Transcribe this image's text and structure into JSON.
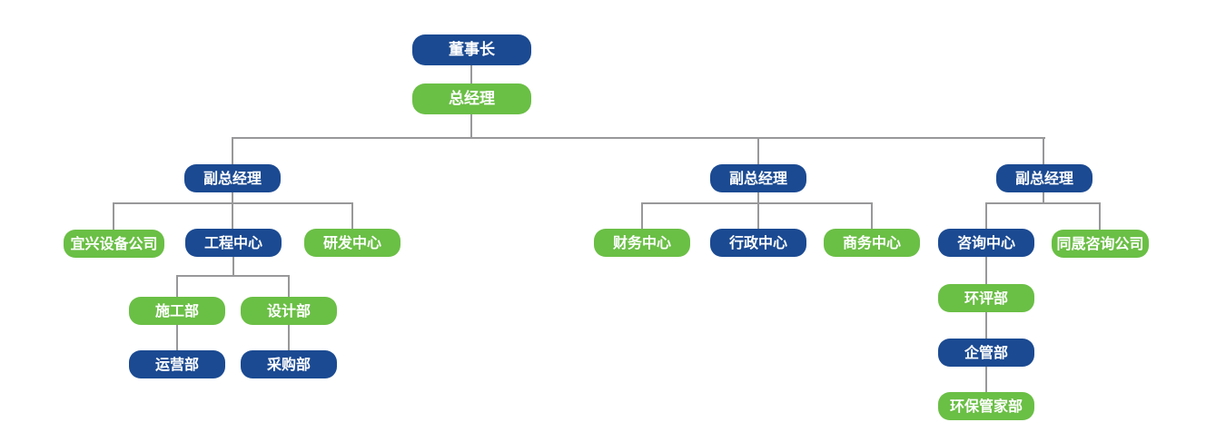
{
  "colors": {
    "blue": "#1b4a92",
    "green": "#6abf45",
    "line": "#98989a",
    "background": "#ffffff"
  },
  "diagram": {
    "type": "org-chart",
    "nodes": {
      "chairman": {
        "label": "董事长",
        "variant": "blue"
      },
      "general_manager": {
        "label": "总经理",
        "variant": "green"
      },
      "deputy_gm_1": {
        "label": "副总经理",
        "variant": "blue"
      },
      "deputy_gm_2": {
        "label": "副总经理",
        "variant": "blue"
      },
      "deputy_gm_3": {
        "label": "副总经理",
        "variant": "blue"
      },
      "yixing_equipment_company": {
        "label": "宜兴设备公司",
        "variant": "green"
      },
      "engineering_center": {
        "label": "工程中心",
        "variant": "blue"
      },
      "rd_center": {
        "label": "研发中心",
        "variant": "green"
      },
      "construction_dept": {
        "label": "施工部",
        "variant": "green"
      },
      "design_dept": {
        "label": "设计部",
        "variant": "green"
      },
      "operations_dept": {
        "label": "运营部",
        "variant": "blue"
      },
      "procurement_dept": {
        "label": "采购部",
        "variant": "blue"
      },
      "finance_center": {
        "label": "财务中心",
        "variant": "green"
      },
      "admin_center": {
        "label": "行政中心",
        "variant": "blue"
      },
      "business_center": {
        "label": "商务中心",
        "variant": "green"
      },
      "consulting_center": {
        "label": "咨询中心",
        "variant": "blue"
      },
      "tongsheng_consulting_company": {
        "label": "同晟咨询公司",
        "variant": "green"
      },
      "eia_dept": {
        "label": "环评部",
        "variant": "green"
      },
      "enterprise_mgmt_dept": {
        "label": "企管部",
        "variant": "blue"
      },
      "env_steward_dept": {
        "label": "环保管家部",
        "variant": "green"
      }
    },
    "edges": [
      [
        "chairman",
        "general_manager"
      ],
      [
        "general_manager",
        "deputy_gm_1"
      ],
      [
        "general_manager",
        "deputy_gm_2"
      ],
      [
        "general_manager",
        "deputy_gm_3"
      ],
      [
        "deputy_gm_1",
        "yixing_equipment_company"
      ],
      [
        "deputy_gm_1",
        "engineering_center"
      ],
      [
        "deputy_gm_1",
        "rd_center"
      ],
      [
        "engineering_center",
        "construction_dept"
      ],
      [
        "engineering_center",
        "design_dept"
      ],
      [
        "construction_dept",
        "operations_dept"
      ],
      [
        "design_dept",
        "procurement_dept"
      ],
      [
        "deputy_gm_2",
        "finance_center"
      ],
      [
        "deputy_gm_2",
        "admin_center"
      ],
      [
        "deputy_gm_2",
        "business_center"
      ],
      [
        "deputy_gm_3",
        "consulting_center"
      ],
      [
        "deputy_gm_3",
        "tongsheng_consulting_company"
      ],
      [
        "consulting_center",
        "eia_dept"
      ],
      [
        "eia_dept",
        "enterprise_mgmt_dept"
      ],
      [
        "enterprise_mgmt_dept",
        "env_steward_dept"
      ]
    ]
  }
}
